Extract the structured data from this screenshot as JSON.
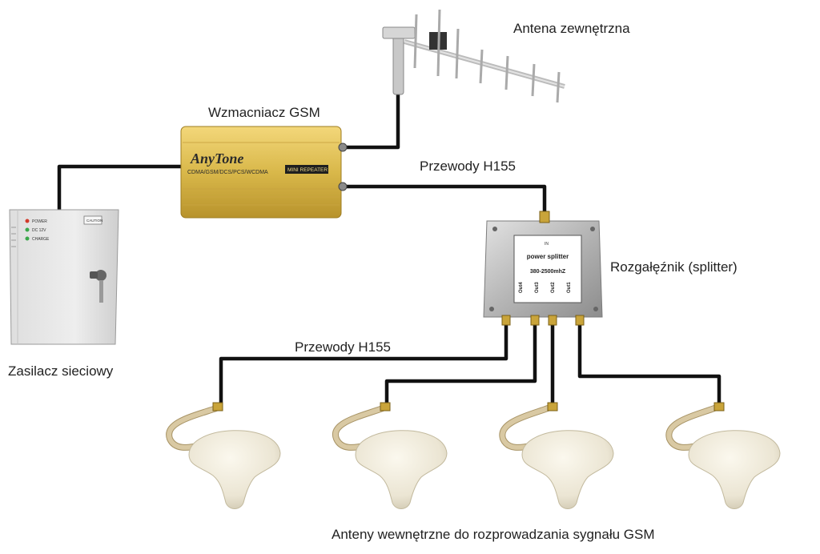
{
  "labels": {
    "external_antenna": "Antena zewnętrzna",
    "amplifier": "Wzmacniacz GSM",
    "cables_top": "Przewody H155",
    "splitter": "Rozgałęźnik (splitter)",
    "cables_bottom": "Przewody H155",
    "power_supply": "Zasilacz sieciowy",
    "indoor_antennas": "Anteny wewnętrzne do rozprowadzania sygnału GSM"
  },
  "amplifier_device": {
    "brand": "AnyTone",
    "bands": "CDMA/GSM/DCS/PCS/WCDMA",
    "model_tag": "MINI REPEATER"
  },
  "splitter_device": {
    "title": "power splitter",
    "range": "380-2500mhZ",
    "top_mark": "IN",
    "ports": [
      "Out4",
      "Out3",
      "Out2",
      "Out1"
    ]
  },
  "power_supply_device": {
    "leds": [
      "POWER",
      "DC 12V",
      "CHARGE"
    ],
    "caution": "CAUTION"
  },
  "colors": {
    "cable": "#111111",
    "amplifier_gold": "#d9b84a",
    "splitter_silver": "#b8b8b8",
    "antenna_body": "#efeadb"
  }
}
